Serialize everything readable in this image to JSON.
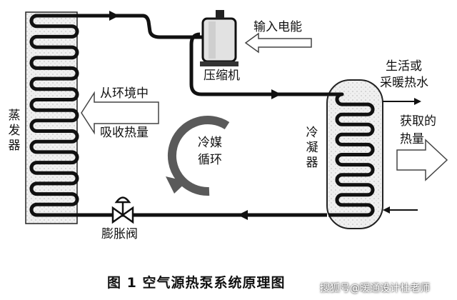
{
  "labels": {
    "evaporator": "蒸发器",
    "compressor": "压缩机",
    "power_input": "输入电能",
    "hot_water": [
      "生活或",
      "采暖热水"
    ],
    "absorb_heat": [
      "从环境中",
      "吸收热量"
    ],
    "refrigerant_cycle": [
      "冷媒",
      "循环"
    ],
    "condenser": "冷凝器",
    "obtain_heat": [
      "获取的",
      "热量"
    ],
    "expansion_valve": "膨胀阀"
  },
  "caption": "图 1   空气源热泵系统原理图",
  "watermark": "搜狐号@暖通设计杜老师"
}
